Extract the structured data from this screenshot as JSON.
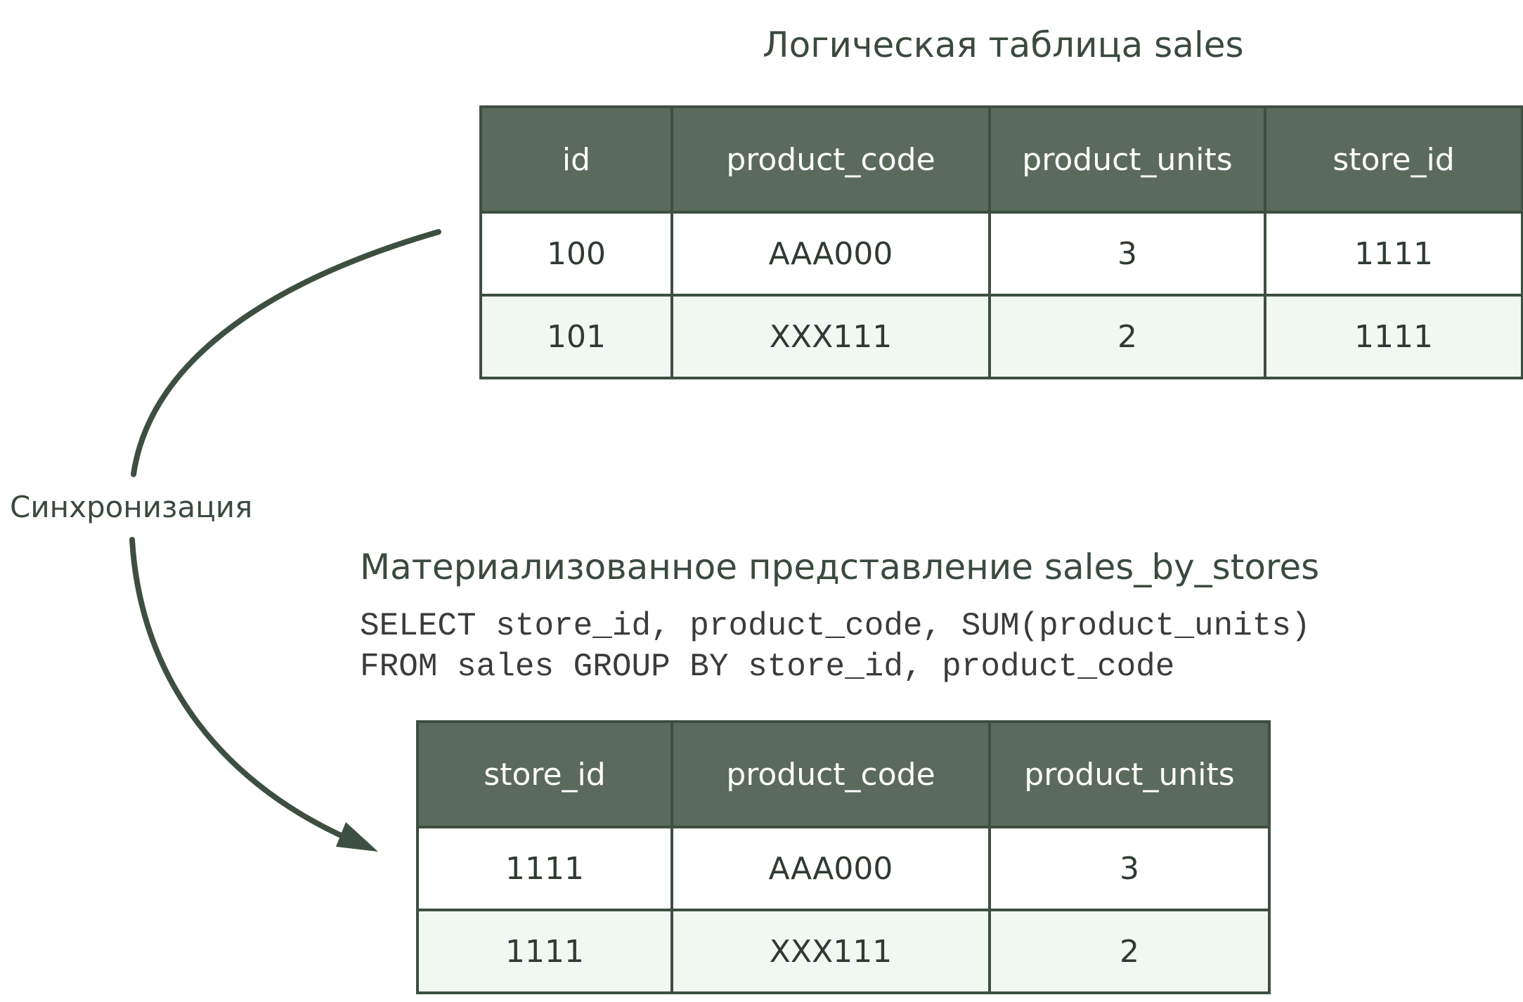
{
  "top": {
    "title": "Логическая таблица sales",
    "columns": [
      "id",
      "product_code",
      "product_units",
      "store_id"
    ],
    "rows": [
      [
        "100",
        "AAA000",
        "3",
        "1111"
      ],
      [
        "101",
        "XXX111",
        "2",
        "1111"
      ]
    ]
  },
  "sync": {
    "label": "Синхронизация"
  },
  "bottom": {
    "title": "Материализованное представление sales_by_stores",
    "sql_line1": "SELECT store_id, product_code, SUM(product_units)",
    "sql_line2": "FROM sales GROUP BY store_id, product_code",
    "columns": [
      "store_id",
      "product_code",
      "product_units"
    ],
    "rows": [
      [
        "1111",
        "AAA000",
        "3"
      ],
      [
        "1111",
        "XXX111",
        "2"
      ]
    ]
  },
  "colors": {
    "header_bg": "#5a6a5c",
    "border": "#3d4f41",
    "stripe_bg": "#f1f8f2",
    "text": "#3b4a3e"
  }
}
